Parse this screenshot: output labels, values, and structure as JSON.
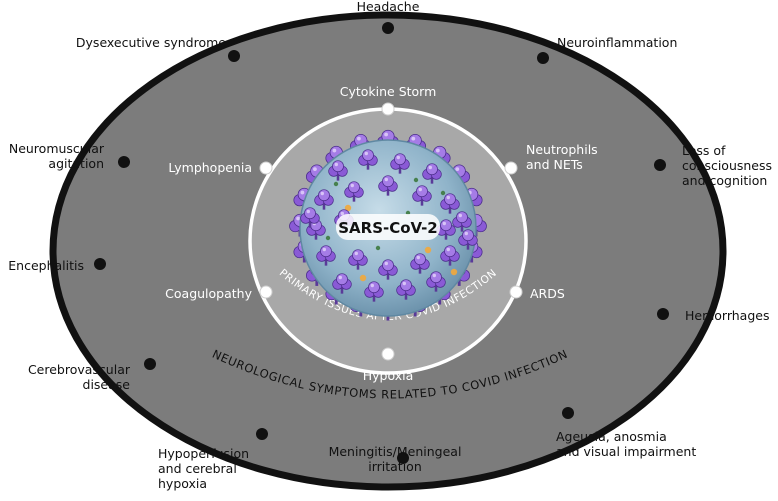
{
  "outer_ring": {
    "caption": "NEUROLOGICAL SYMPTOMS RELATED TO COVID INFECTION",
    "fill": "#7c7c7c",
    "border": "#111111",
    "items": [
      {
        "lines": [
          "Headache"
        ]
      },
      {
        "lines": [
          "Neuroinflammation"
        ]
      },
      {
        "lines": [
          "Loss of",
          "consciousness",
          "and cognition"
        ]
      },
      {
        "lines": [
          "Hemorrhages"
        ]
      },
      {
        "lines": [
          "Ageusia, anosmia",
          "and visual impairment"
        ]
      },
      {
        "lines": [
          "Meningitis/Meningeal",
          "irritation"
        ]
      },
      {
        "lines": [
          "Hypoperfusion",
          "and cerebral",
          "hypoxia"
        ]
      },
      {
        "lines": [
          "Cerebrovascular",
          "disease"
        ]
      },
      {
        "lines": [
          "Encephalitis"
        ]
      },
      {
        "lines": [
          "Neuromuscular",
          "agitation"
        ]
      },
      {
        "lines": [
          "Dysexecutive syndrome"
        ]
      }
    ]
  },
  "inner_ring": {
    "caption": "PRIMARY ISSUES AFTER COVID INFECTION",
    "fill": "#a8a8a8",
    "items": [
      {
        "lines": [
          "Cytokine Storm"
        ]
      },
      {
        "lines": [
          "Neutrophils",
          "and NETs"
        ]
      },
      {
        "lines": [
          "ARDS"
        ]
      },
      {
        "lines": [
          "Hypoxia"
        ]
      },
      {
        "lines": [
          "Coagulopathy"
        ]
      },
      {
        "lines": [
          "Lymphopenia"
        ]
      }
    ]
  },
  "virus": {
    "label": "SARS-CoV-2",
    "body_color": "#8fb3c9",
    "spike_color": "#8a5ad6"
  }
}
